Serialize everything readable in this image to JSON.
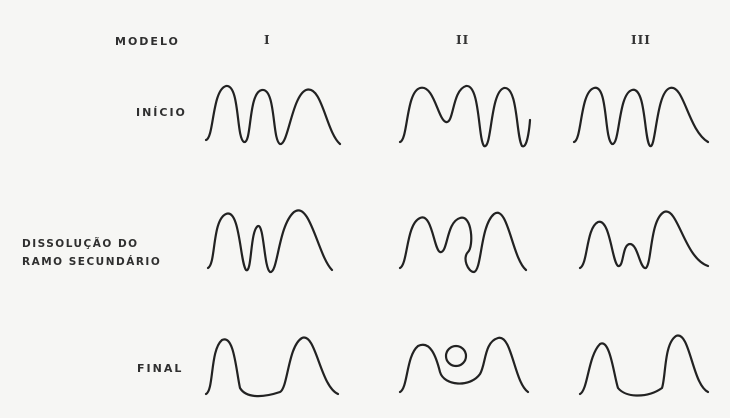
{
  "header": {
    "modelo_label": "MODELO",
    "models": [
      "I",
      "II",
      "III"
    ]
  },
  "rows": {
    "inicio": "INÍCIO",
    "dissolucao_line1": "DISSOLUÇÃO   DO",
    "dissolucao_line2": "RAMO SECUNDÁRIO",
    "final": "FINAL"
  }
}
